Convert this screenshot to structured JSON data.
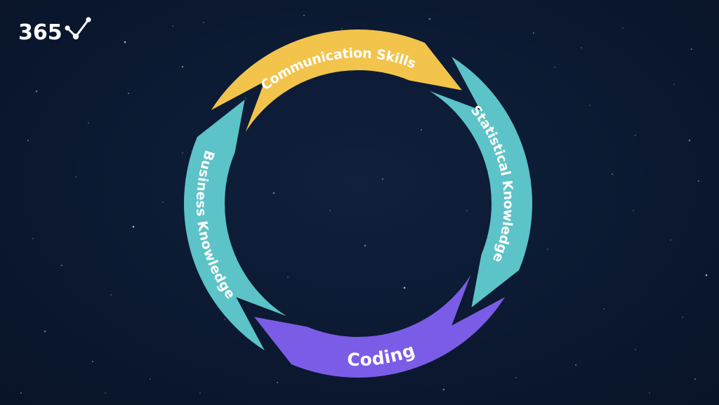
{
  "logo": {
    "text": "365",
    "color": "#ffffff",
    "icon": "network-check-icon"
  },
  "cycle": {
    "segments": [
      {
        "label": "Communication Skills",
        "color": "#f2c44c",
        "flip": false
      },
      {
        "label": "Statistical Knowledge",
        "color": "#5cc3c8",
        "flip": false
      },
      {
        "label": "Coding",
        "color": "#7b5ce6",
        "flip": true
      },
      {
        "label": "Business Knowledge",
        "color": "#5cc3c8",
        "flip": true
      }
    ]
  },
  "colors": {
    "background": "#0c1a33",
    "star": "#c9d4e6"
  }
}
